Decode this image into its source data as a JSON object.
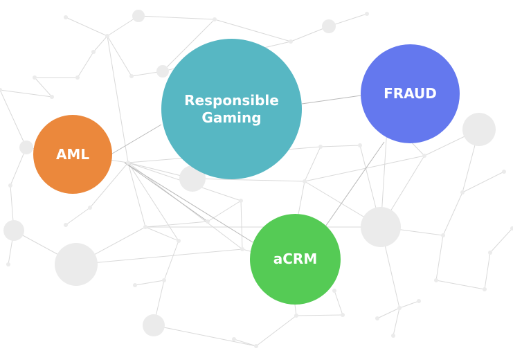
{
  "nodes": [
    {
      "id": "responsible-gaming",
      "lines": [
        "Responsible",
        "Gaming"
      ],
      "color": "#57B7C3"
    },
    {
      "id": "fraud",
      "lines": [
        "FRAUD"
      ],
      "color": "#6478EE"
    },
    {
      "id": "aml",
      "lines": [
        "AML"
      ],
      "color": "#EB883C"
    },
    {
      "id": "acrm",
      "lines": [
        "aCRM"
      ],
      "color": "#55CB55"
    }
  ],
  "network_colors": {
    "line": "#d9d9d9",
    "dot": "#ebebeb"
  }
}
